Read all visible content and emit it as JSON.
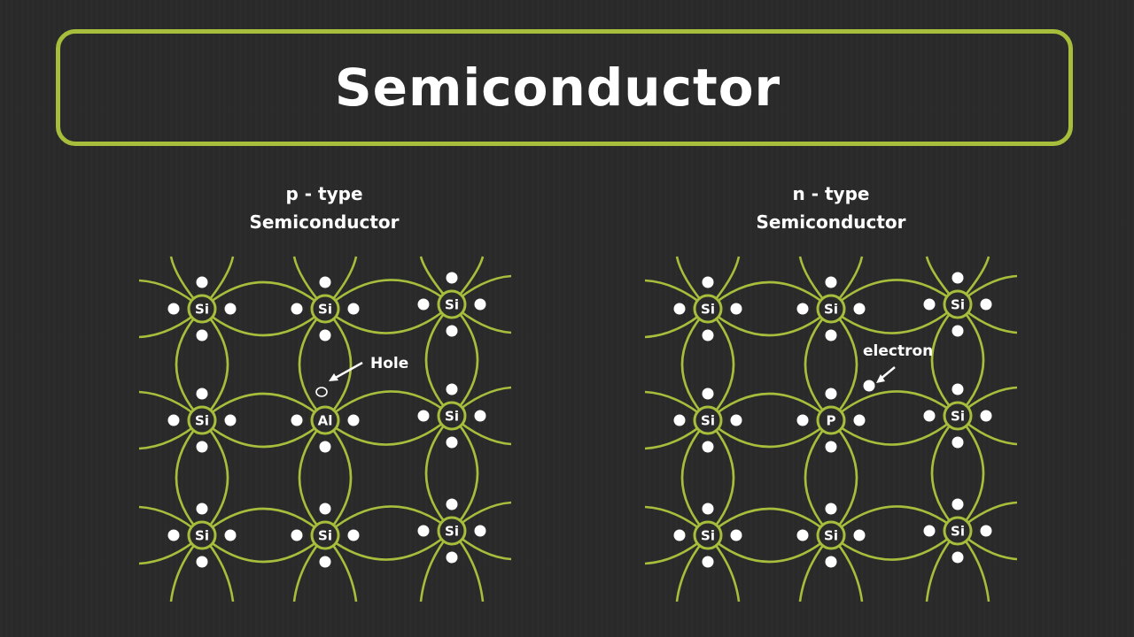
{
  "title": "Semiconductor",
  "colors": {
    "bond": "#a7be3c",
    "atom_fill": "#2b2b2b",
    "electron": "#ffffff",
    "text": "#ffffff"
  },
  "panels": [
    {
      "heading_line1": "p - type",
      "heading_line2": "Semiconductor",
      "center_atom": "Al",
      "atoms": [
        [
          "Si",
          "Si",
          "Si"
        ],
        [
          "Si",
          "Al",
          "Si"
        ],
        [
          "Si",
          "Si",
          "Si"
        ]
      ],
      "annotation": "Hole"
    },
    {
      "heading_line1": "n - type",
      "heading_line2": "Semiconductor",
      "center_atom": "P",
      "atoms": [
        [
          "Si",
          "Si",
          "Si"
        ],
        [
          "Si",
          "P",
          "Si"
        ],
        [
          "Si",
          "Si",
          "Si"
        ]
      ],
      "annotation": "electron"
    }
  ]
}
